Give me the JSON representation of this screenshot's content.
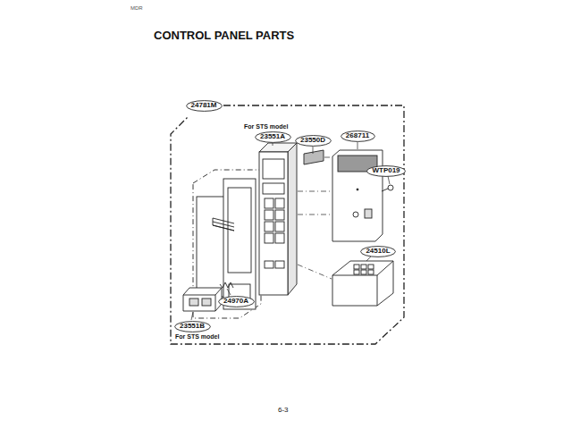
{
  "diagram": {
    "title": "CONTROL PANEL PARTS",
    "nodes": [
      {
        "text": [
          "24781M"
        ]
      },
      {
        "text": [
          "For STS model",
          "23551A"
        ]
      },
      {
        "text": [
          "23550D"
        ]
      },
      {
        "text": [
          "268711"
        ]
      },
      {
        "text": [
          "WTP019"
        ]
      },
      {
        "text": [
          "24510L"
        ]
      },
      {
        "text": [
          "24970A"
        ]
      },
      {
        "text": [
          "23551B",
          "For STS model"
        ]
      }
    ],
    "labels": [
      "MDR",
      "6-3"
    ]
  }
}
